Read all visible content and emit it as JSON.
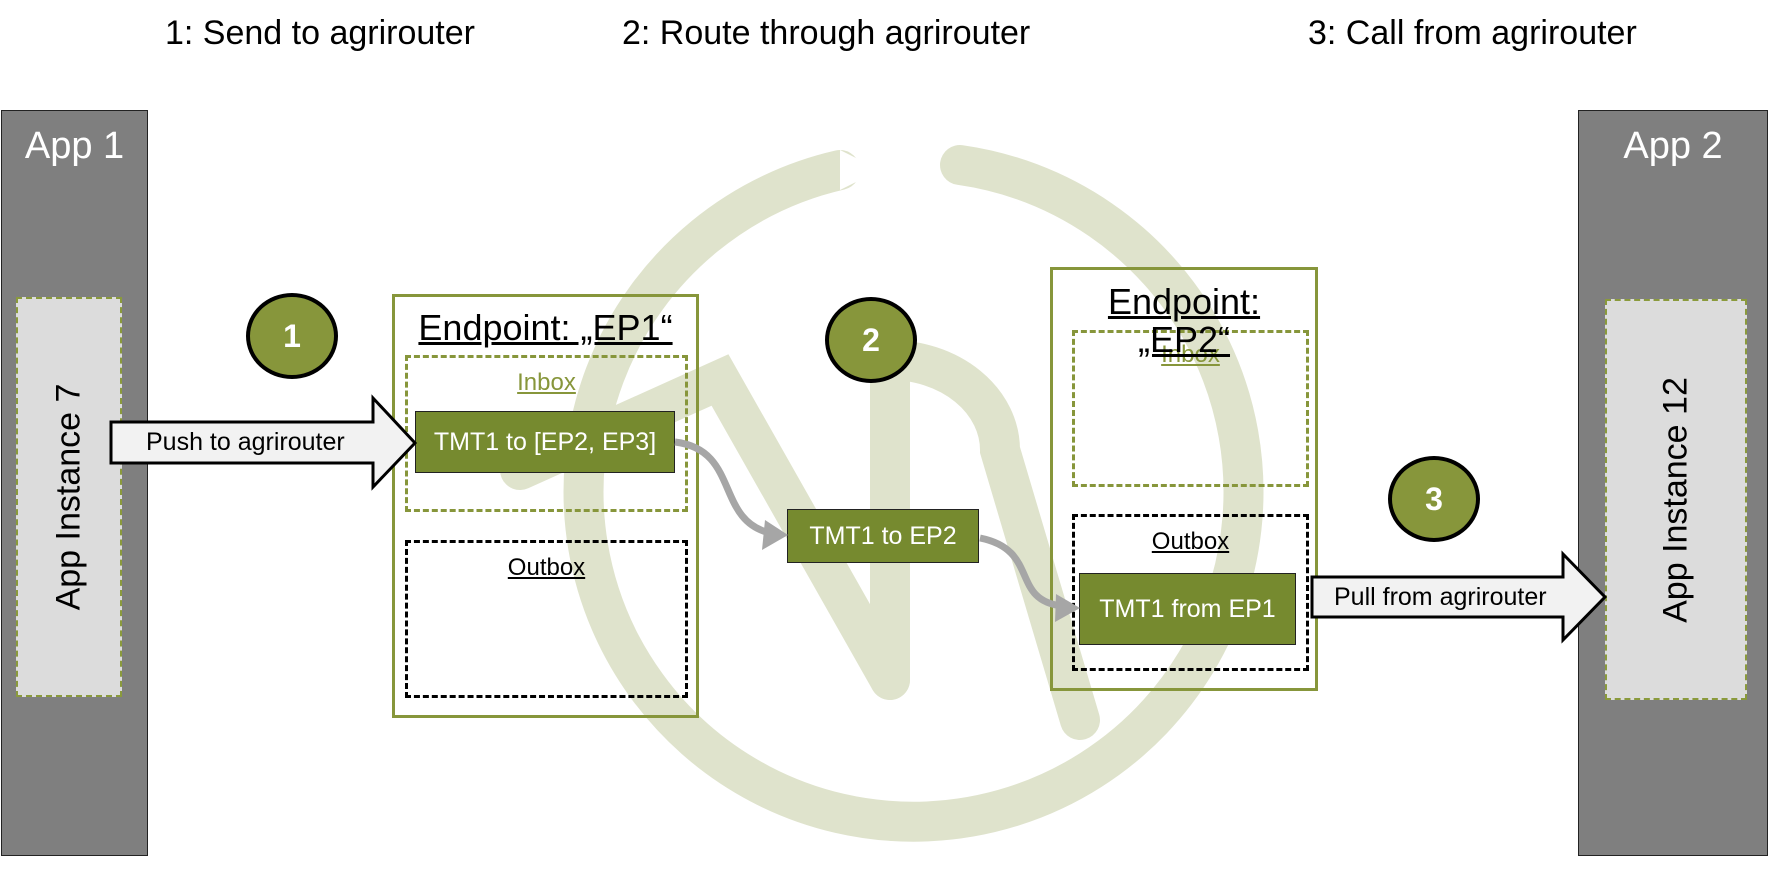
{
  "steps": {
    "step1": "1: Send to agrirouter",
    "step2": "2: Route through agrirouter",
    "step3": "3: Call from agrirouter"
  },
  "app1": {
    "title": "App 1",
    "instance": "App Instance 7"
  },
  "app2": {
    "title": "App 2",
    "instance": "App Instance 12"
  },
  "badges": {
    "b1": "1",
    "b2": "2",
    "b3": "3"
  },
  "endpoint1": {
    "title": "Endpoint: „EP1“",
    "inbox": "Inbox",
    "outbox": "Outbox",
    "message": "TMT1 to [EP2, EP3]"
  },
  "routing": {
    "message": "TMT1 to EP2"
  },
  "endpoint2": {
    "title_line1": "Endpoint:",
    "title_line2": "„EP2“",
    "inbox": "Inbox",
    "outbox": "Outbox",
    "message": "TMT1 from EP1"
  },
  "arrows": {
    "push": "Push to agrirouter",
    "pull": "Pull from agrirouter"
  },
  "colors": {
    "accent": "#87963b",
    "message": "#768a2f",
    "app_bg": "#7f7f7f",
    "instance_bg": "#dcdcdc",
    "watermark": "#dfe3cc"
  }
}
